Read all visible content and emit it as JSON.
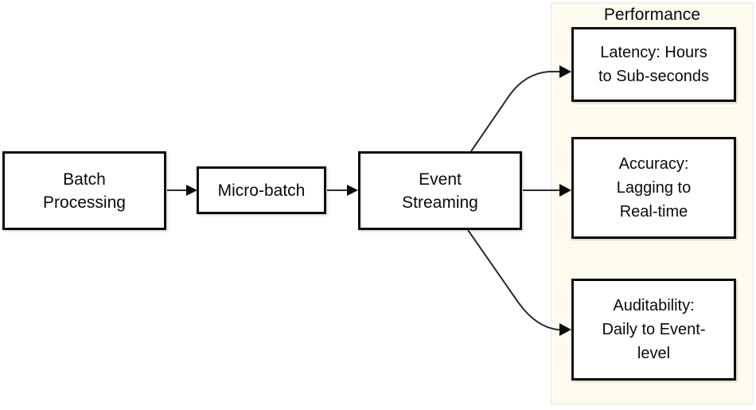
{
  "diagram": {
    "title_visible": false,
    "group": {
      "label": "Performance",
      "fill_color": "#fcfbee",
      "border_color": "#efe2ee"
    },
    "flow_nodes": [
      {
        "id": "batch",
        "label": "Batch\nProcessing"
      },
      {
        "id": "micro",
        "label": "Micro-batch"
      },
      {
        "id": "event",
        "label": "Event\nStreaming"
      }
    ],
    "outcome_nodes": [
      {
        "id": "latency",
        "label": "Latency: Hours\nto Sub-seconds"
      },
      {
        "id": "accuracy",
        "label": "Accuracy:\nLagging to\nReal-time"
      },
      {
        "id": "audit",
        "label": "Auditability:\nDaily to Event-\nlevel"
      }
    ],
    "connectors": [
      {
        "from": "batch",
        "to": "micro",
        "style": "straight-arrow"
      },
      {
        "from": "micro",
        "to": "event",
        "style": "straight-arrow"
      },
      {
        "from": "event",
        "to": "latency",
        "style": "curved-arrow-up"
      },
      {
        "from": "event",
        "to": "accuracy",
        "style": "straight-arrow"
      },
      {
        "from": "event",
        "to": "audit",
        "style": "curved-arrow-down"
      }
    ],
    "colors": {
      "node_border": "#0b0b0b",
      "node_fill": "#ffffff",
      "connector": "#2b2b2b",
      "text": "#0a0a0a",
      "background": "#ffffff"
    }
  }
}
